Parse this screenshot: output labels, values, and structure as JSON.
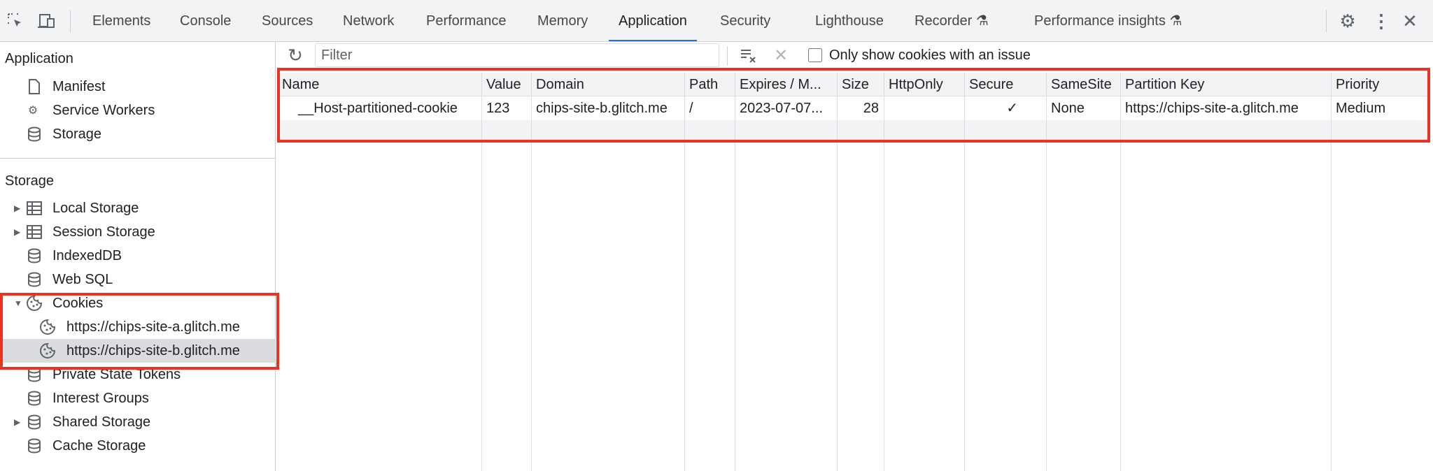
{
  "tabs": [
    {
      "label": "Elements"
    },
    {
      "label": "Console"
    },
    {
      "label": "Sources"
    },
    {
      "label": "Network"
    },
    {
      "label": "Performance"
    },
    {
      "label": "Memory"
    },
    {
      "label": "Application",
      "active": true
    },
    {
      "label": "Security"
    },
    {
      "label": "Lighthouse"
    },
    {
      "label": "Recorder",
      "experimental": true
    },
    {
      "label": "Performance insights",
      "experimental": true
    }
  ],
  "sidebar": {
    "application_header": "Application",
    "application_items": [
      {
        "label": "Manifest",
        "icon": "document-icon"
      },
      {
        "label": "Service Workers",
        "icon": "gears-icon"
      },
      {
        "label": "Storage",
        "icon": "database-icon"
      }
    ],
    "storage_header": "Storage",
    "storage_items": [
      {
        "label": "Local Storage",
        "icon": "table-icon",
        "expandable": true
      },
      {
        "label": "Session Storage",
        "icon": "table-icon",
        "expandable": true
      },
      {
        "label": "IndexedDB",
        "icon": "database-icon"
      },
      {
        "label": "Web SQL",
        "icon": "database-icon"
      },
      {
        "label": "Cookies",
        "icon": "cookie-icon",
        "expanded": true
      },
      {
        "label": "https://chips-site-a.glitch.me",
        "icon": "cookie-icon"
      },
      {
        "label": "https://chips-site-b.glitch.me",
        "icon": "cookie-icon",
        "selected": true
      },
      {
        "label": "Private State Tokens",
        "icon": "database-icon"
      },
      {
        "label": "Interest Groups",
        "icon": "database-icon"
      },
      {
        "label": "Shared Storage",
        "icon": "database-icon",
        "expandable": true
      },
      {
        "label": "Cache Storage",
        "icon": "database-icon"
      }
    ]
  },
  "toolbar": {
    "filter_placeholder": "Filter",
    "only_issues_label": "Only show cookies with an issue",
    "only_issues_checked": false
  },
  "table": {
    "columns": [
      "Name",
      "Value",
      "Domain",
      "Path",
      "Expires / M...",
      "Size",
      "HttpOnly",
      "Secure",
      "SameSite",
      "Partition Key",
      "Priority"
    ],
    "rows": [
      [
        "__Host-partitioned-cookie",
        "123",
        "chips-site-b.glitch.me",
        "/",
        "2023-07-07...",
        "28",
        "",
        "✓",
        "None",
        "https://chips-site-a.glitch.me",
        "Medium"
      ]
    ]
  },
  "colors": {
    "highlight": "#ea3323",
    "accent": "#1a73e8"
  }
}
